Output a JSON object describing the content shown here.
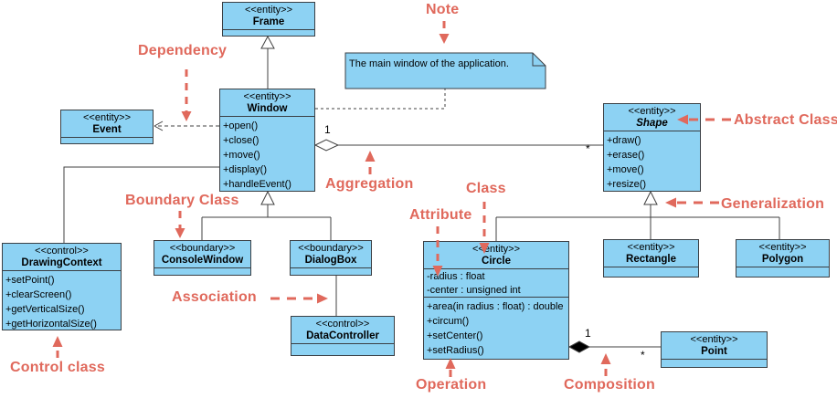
{
  "colors": {
    "class_fill": "#8DD2F3",
    "class_border": "#3a3f44",
    "annotation": "#E0695C",
    "connector": "#404040"
  },
  "classes": {
    "frame": {
      "stereotype": "<<entity>>",
      "name": "Frame"
    },
    "window": {
      "stereotype": "<<entity>>",
      "name": "Window",
      "operations": [
        "+open()",
        "+close()",
        "+move()",
        "+display()",
        "+handleEvent()"
      ]
    },
    "event": {
      "stereotype": "<<entity>>",
      "name": "Event"
    },
    "shape": {
      "stereotype": "<<entity>>",
      "name": "Shape",
      "operations": [
        "+draw()",
        "+erase()",
        "+move()",
        "+resize()"
      ]
    },
    "drawing_context": {
      "stereotype": "<<control>>",
      "name": "DrawingContext",
      "operations": [
        "+setPoint()",
        "+clearScreen()",
        "+getVerticalSize()",
        "+getHorizontalSize()"
      ]
    },
    "console_window": {
      "stereotype": "<<boundary>>",
      "name": "ConsoleWindow"
    },
    "dialog_box": {
      "stereotype": "<<boundary>>",
      "name": "DialogBox"
    },
    "data_controller": {
      "stereotype": "<<control>>",
      "name": "DataController"
    },
    "circle": {
      "stereotype": "<<entity>>",
      "name": "Circle",
      "attributes": [
        "-radius : float",
        "-center : unsigned int"
      ],
      "operations": [
        "+area(in radius : float) : double",
        "+circum()",
        "+setCenter()",
        "+setRadius()"
      ]
    },
    "rectangle": {
      "stereotype": "<<entity>>",
      "name": "Rectangle"
    },
    "polygon": {
      "stereotype": "<<entity>>",
      "name": "Polygon"
    },
    "point": {
      "stereotype": "<<entity>>",
      "name": "Point"
    }
  },
  "note": {
    "text": "The main window of the application."
  },
  "annotations": {
    "dependency": "Dependency",
    "note": "Note",
    "abstract_class": "Abstract Class",
    "aggregation": "Aggregation",
    "boundary_class": "Boundary Class",
    "class_label": "Class",
    "attribute": "Attribute",
    "generalization": "Generalization",
    "association": "Association",
    "control_class": "Control class",
    "operation": "Operation",
    "composition": "Composition"
  },
  "multiplicities": {
    "aggregation_source": "1",
    "aggregation_target": "*",
    "composition_source": "1",
    "composition_target": "*"
  }
}
